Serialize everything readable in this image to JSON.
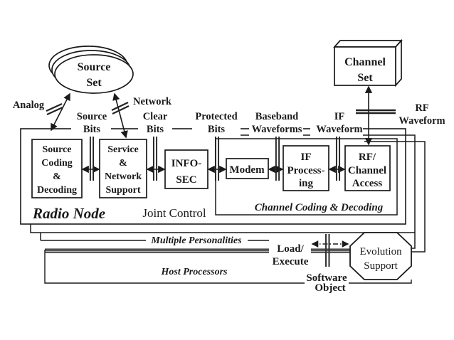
{
  "colors": {
    "line": "#1a1a1a",
    "background": "#ffffff",
    "interface_bar": "#222222"
  },
  "top": {
    "source_set": {
      "lines": [
        "Source",
        "Set"
      ]
    },
    "channel_set": {
      "lines": [
        "Channel",
        "Set"
      ]
    }
  },
  "stream_labels": {
    "analog": "Analog",
    "network": "Network",
    "source_bits": [
      "Source",
      "Bits"
    ],
    "clear_bits": [
      "Clear",
      "Bits"
    ],
    "protected_bits": [
      "Protected",
      "Bits"
    ],
    "baseband_waveforms": [
      "Baseband",
      "Waveforms"
    ],
    "if_waveform": [
      "IF",
      "Waveform"
    ],
    "rf_waveform": [
      "RF",
      "Waveform"
    ]
  },
  "blocks": {
    "source_coding": {
      "lines": [
        "Source",
        "Coding",
        "&",
        "Decoding"
      ]
    },
    "service_network": {
      "lines": [
        "Service",
        "&",
        "Network",
        "Support"
      ]
    },
    "infosec": {
      "lines": [
        "INFO-",
        "SEC"
      ]
    },
    "modem": {
      "lines": [
        "Modem"
      ]
    },
    "if_processing": {
      "lines": [
        "IF",
        "Process-",
        "ing"
      ]
    },
    "rf_channel_access": {
      "lines": [
        "RF/",
        "Channel",
        "Access"
      ]
    }
  },
  "captions": {
    "radio_node": "Radio Node",
    "joint_control": "Joint Control",
    "channel_coding": "Channel Coding & Decoding",
    "multiple_personalities": "Multiple Personalities",
    "host_processors": "Host Processors",
    "load_execute": [
      "Load/",
      "Execute"
    ],
    "software_object": [
      "Software",
      "Object"
    ],
    "evolution_support": {
      "lines": [
        "Evolution",
        "Support"
      ]
    }
  }
}
